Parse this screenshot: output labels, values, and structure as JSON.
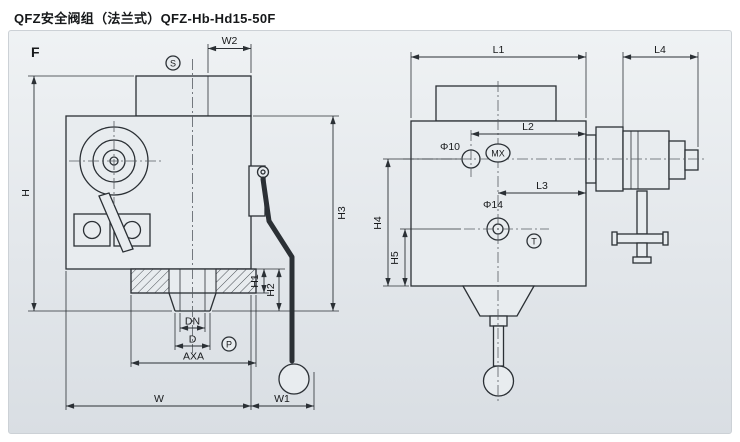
{
  "page": {
    "title": "QFZ安全阀组（法兰式）QFZ-Hb-Hd15-50F",
    "view_label": "F"
  },
  "colors": {
    "panel": "#e4e8ec",
    "line": "#2b3035",
    "background": "#ffffff"
  },
  "left_view": {
    "dims": {
      "w2": "W2",
      "h": "H",
      "h1": "H1",
      "h2": "H2",
      "h3": "H3",
      "dn": "DN",
      "d": "D",
      "axa": "AXA",
      "w": "W",
      "w1": "W1"
    },
    "symbols": {
      "s": "S",
      "p": "P"
    }
  },
  "right_view": {
    "dims": {
      "l1": "L1",
      "l2": "L2",
      "l3": "L3",
      "l4": "L4",
      "h4": "H4",
      "h5": "H5",
      "phi10": "Φ10",
      "phi14": "Φ14"
    },
    "symbols": {
      "mx": "MX",
      "t": "T"
    }
  }
}
